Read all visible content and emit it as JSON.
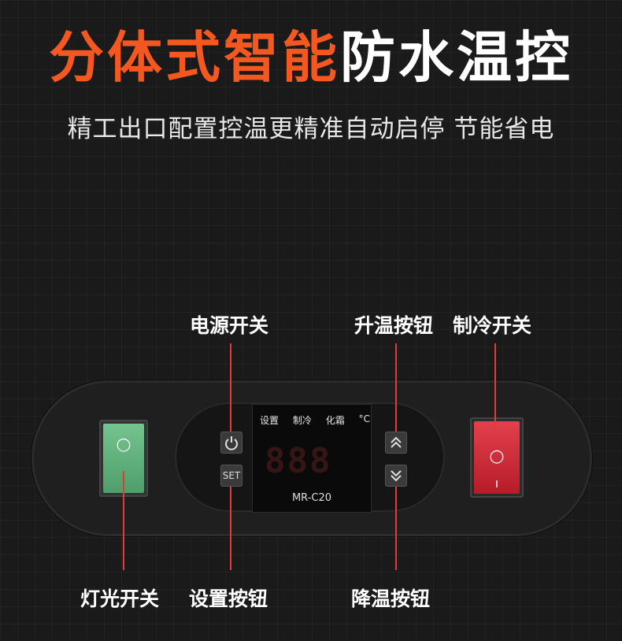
{
  "headline": {
    "orange": "分体式智能",
    "white": "防水温控"
  },
  "subtitle": "精工出口配置控温更精准自动启停 节能省电",
  "labels": {
    "power_switch": "电源开关",
    "temp_up": "升温按钮",
    "cooling_switch": "制冷开关",
    "light_switch": "灯光开关",
    "set_button": "设置按钮",
    "temp_down": "降温按钮"
  },
  "controller": {
    "indicators": [
      "设置",
      "制冷",
      "化霜",
      "°C"
    ],
    "digits": "888",
    "model": "MR-C20",
    "set_text": "SET"
  },
  "colors": {
    "accent": "#f2581f",
    "line": "#e23b3b",
    "green_switch": "#5fb07a",
    "red_switch": "#d02a36"
  },
  "icons": {
    "power": "power-icon",
    "up": "chevron-up-icon",
    "down": "chevron-down-icon"
  }
}
